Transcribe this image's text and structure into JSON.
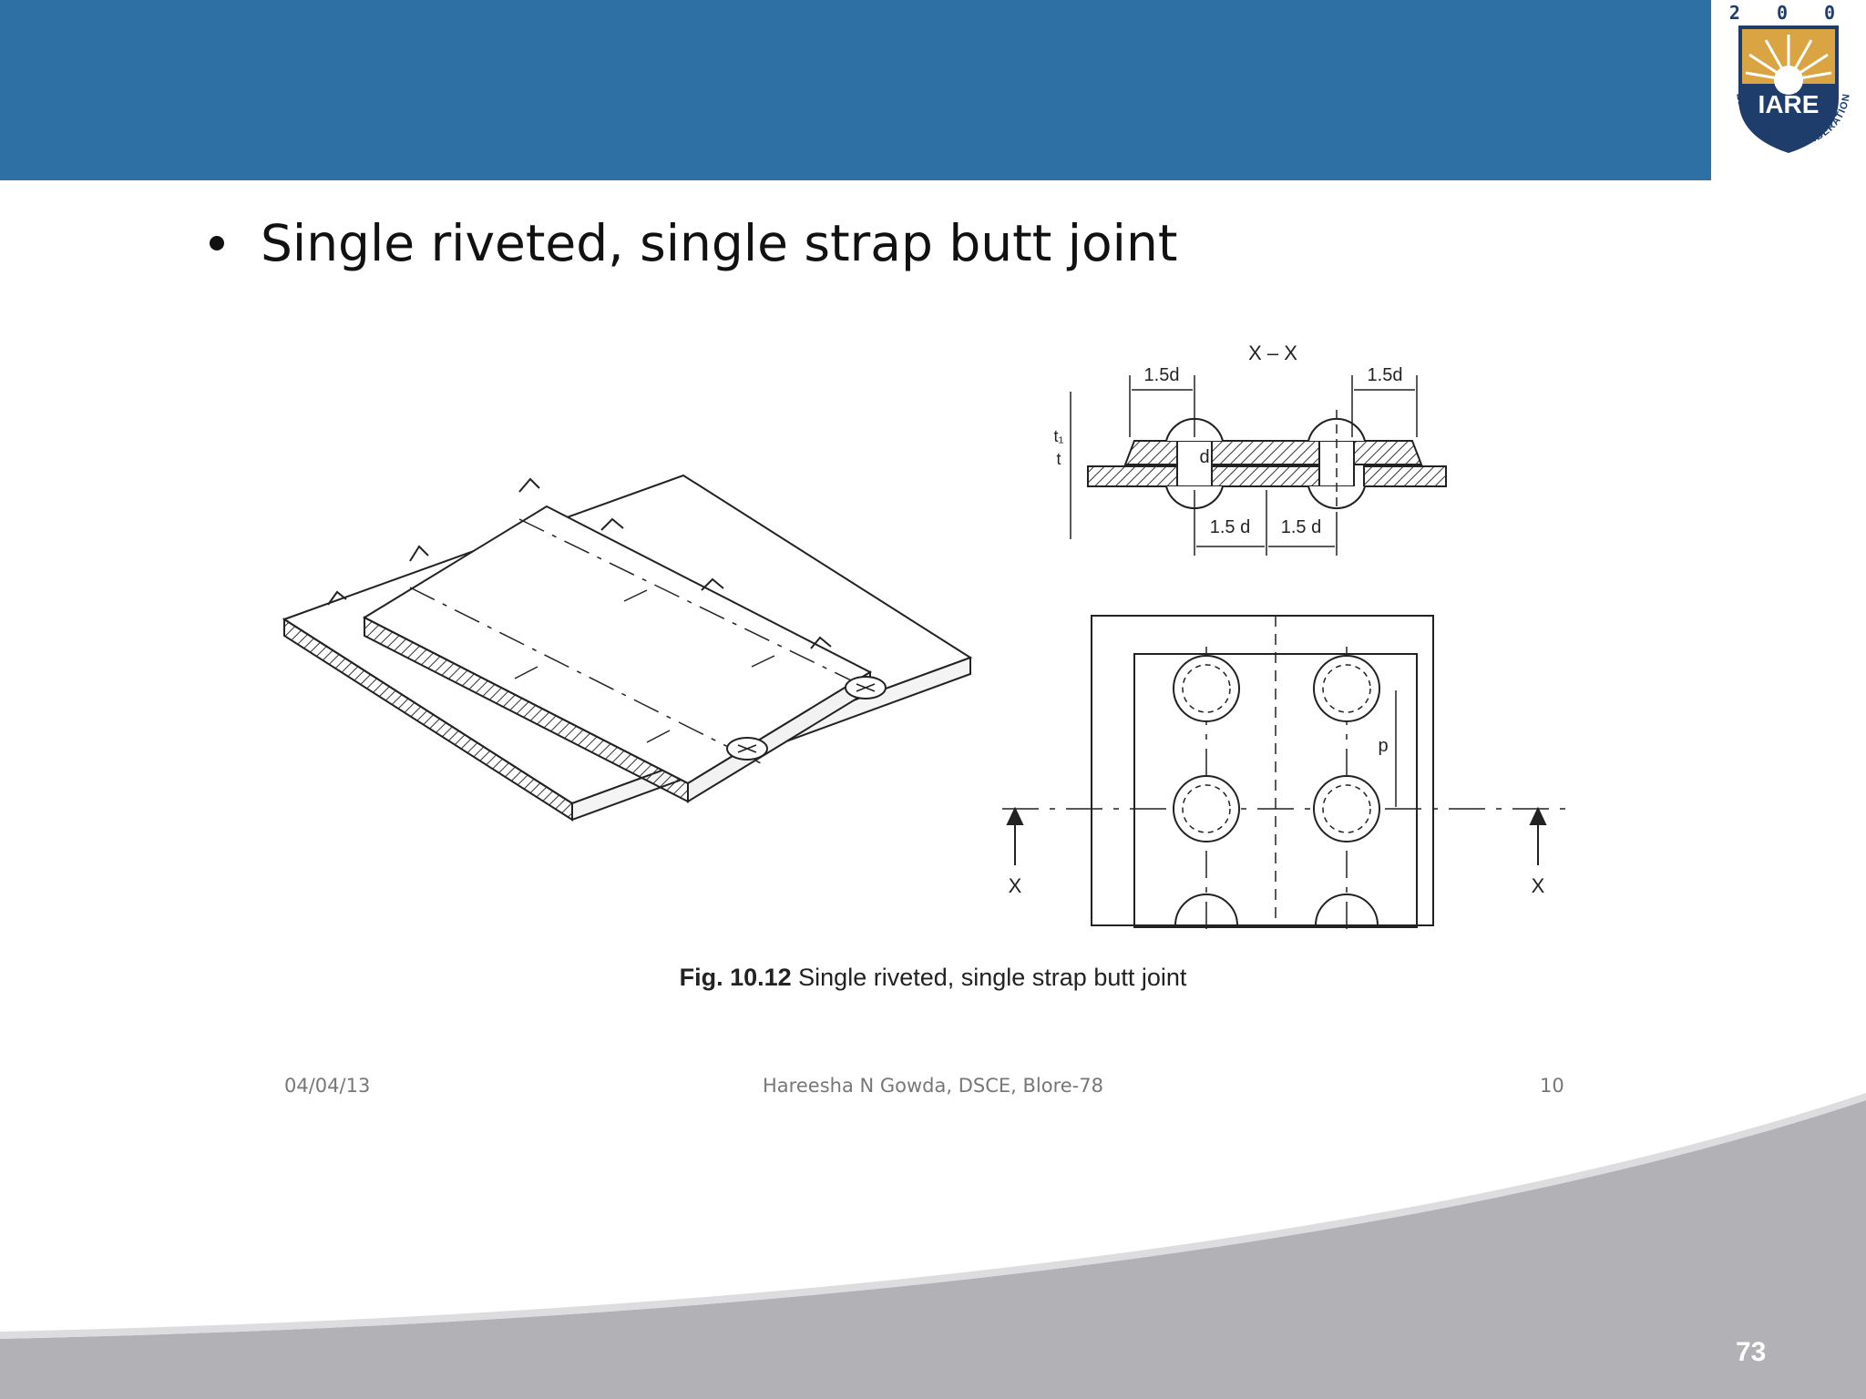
{
  "header": {
    "logo": {
      "year": "2 0 0 0",
      "name": "IARE",
      "motto": "EDUCATION FOR LIBERATION"
    }
  },
  "content": {
    "bullet": "Single riveted, single strap butt joint",
    "diagram": {
      "section_label": "X – X",
      "dim_top_left": "1.5d",
      "dim_top_right": "1.5d",
      "dim_bottom_left": "1.5 d",
      "dim_bottom_right": "1.5 d",
      "dia_label": "d",
      "thickness_label": "t",
      "strap_label": "t₁",
      "pitch_label": "p",
      "x_left": "X",
      "x_right": "X"
    },
    "caption_fig": "Fig. 10.12",
    "caption_text": "Single riveted, single strap butt joint"
  },
  "footer": {
    "date": "04/04/13",
    "author": "Hareesha N Gowda, DSCE, Blore-78",
    "page": "10",
    "slide_number": "73"
  },
  "colors": {
    "header": "#2e6fa4",
    "swoosh": "#b2b2b6",
    "logo_blue": "#1f3d6b",
    "logo_gold": "#d9a441"
  }
}
